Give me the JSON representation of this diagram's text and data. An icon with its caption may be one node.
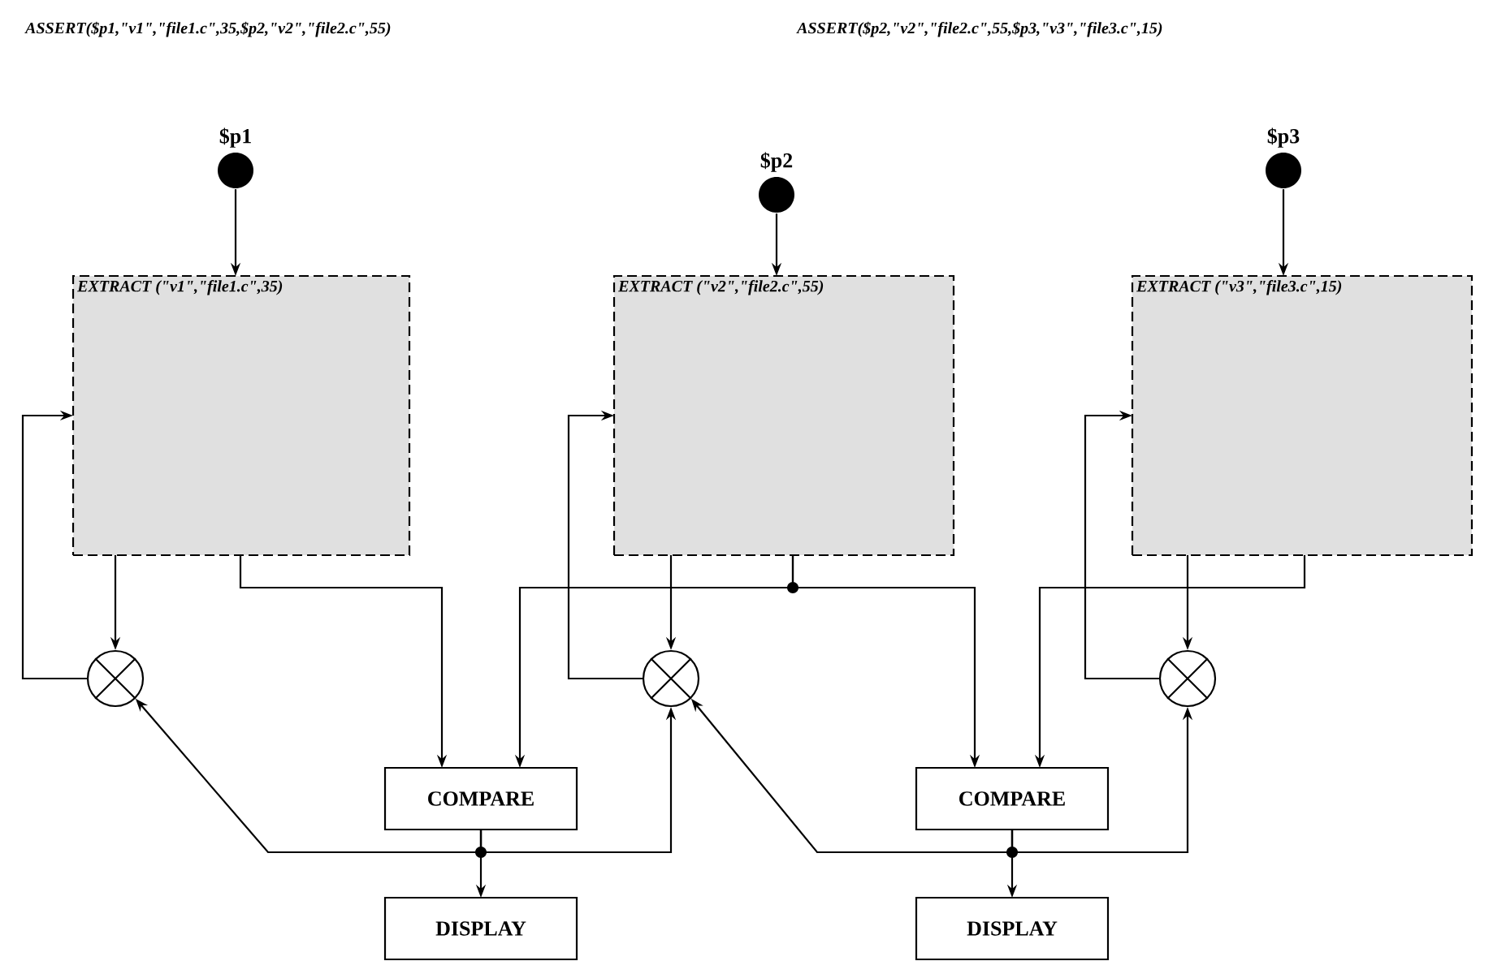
{
  "diagram": {
    "nodes": [
      {
        "text": [
          "$p1"
        ]
      },
      {
        "text": [
          "$p2"
        ]
      },
      {
        "text": [
          "$p3"
        ]
      },
      {
        "text": [
          "EXTRACT (\"v1\",\"file1.c\",35)"
        ]
      },
      {
        "text": [
          "EXTRACT (\"v2\",\"file2.c\",55)"
        ]
      },
      {
        "text": [
          "EXTRACT (\"v3\",\"file3.c\",15)"
        ]
      },
      {
        "text": [],
        "shape": "circle"
      },
      {
        "text": [],
        "shape": "circle"
      },
      {
        "text": [],
        "shape": "circle"
      },
      {
        "text": [
          "COMPARE"
        ]
      },
      {
        "text": [
          "DISPLAY"
        ]
      },
      {
        "text": [
          "COMPARE"
        ]
      },
      {
        "text": [
          "DISPLAY"
        ]
      }
    ],
    "edges": [
      {
        "from": 0,
        "to": 3,
        "arrow": "to"
      },
      {
        "from": 1,
        "to": 4,
        "arrow": "to"
      },
      {
        "from": 2,
        "to": 5,
        "arrow": "to"
      },
      {
        "from": 3,
        "to": 6,
        "arrow": "to"
      },
      {
        "from": 6,
        "to": 3,
        "arrow": "to"
      },
      {
        "from": 4,
        "to": 7,
        "arrow": "to"
      },
      {
        "from": 7,
        "to": 4,
        "arrow": "to"
      },
      {
        "from": 5,
        "to": 8,
        "arrow": "to"
      },
      {
        "from": 8,
        "to": 5,
        "arrow": "to"
      },
      {
        "from": 3,
        "to": 9,
        "arrow": "to"
      },
      {
        "from": 4,
        "to": 9,
        "arrow": "to"
      },
      {
        "from": 4,
        "to": 11,
        "arrow": "to"
      },
      {
        "from": 5,
        "to": 11,
        "arrow": "to"
      },
      {
        "from": 9,
        "to": 10,
        "arrow": "to"
      },
      {
        "from": 9,
        "to": 6,
        "arrow": "to"
      },
      {
        "from": 9,
        "to": 7,
        "arrow": "to"
      },
      {
        "from": 11,
        "to": 12,
        "arrow": "to"
      },
      {
        "from": 11,
        "to": 7,
        "arrow": "to"
      },
      {
        "from": 11,
        "to": 8,
        "arrow": "to"
      }
    ],
    "labels": [
      "ASSERT($p1,\"v1\",\"file1.c\",35,$p2,\"v2\",\"file2.c\",55)",
      "ASSERT($p2,\"v2\",\"file2.c\",55,$p3,\"v3\",\"file3.c\",15)"
    ]
  }
}
